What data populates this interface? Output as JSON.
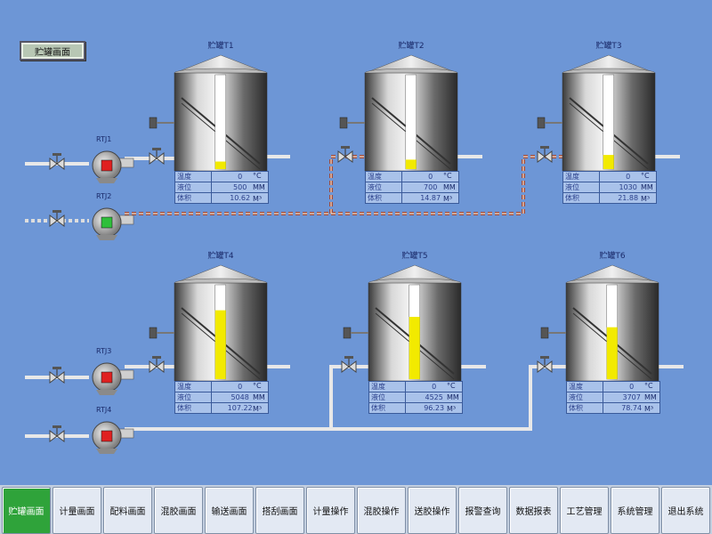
{
  "header": {
    "button_label": "贮罐画面"
  },
  "tanks": [
    {
      "name": "贮罐T1",
      "temp": "0",
      "level": "500",
      "volume": "10.62",
      "fill": 0.08
    },
    {
      "name": "贮罐T2",
      "temp": "0",
      "level": "700",
      "volume": "14.87",
      "fill": 0.1
    },
    {
      "name": "贮罐T3",
      "temp": "0",
      "level": "1030",
      "volume": "21.88",
      "fill": 0.15
    },
    {
      "name": "贮罐T4",
      "temp": "0",
      "level": "5048",
      "volume": "107.22",
      "fill": 0.73
    },
    {
      "name": "贮罐T5",
      "temp": "0",
      "level": "4525",
      "volume": "96.23",
      "fill": 0.66
    },
    {
      "name": "贮罐T6",
      "temp": "0",
      "level": "3707",
      "volume": "78.74",
      "fill": 0.55
    }
  ],
  "row_labels": {
    "temp": "温度",
    "level": "液位",
    "volume": "体积"
  },
  "units": {
    "temp": "°C",
    "level": "MM",
    "volume": "M³"
  },
  "pumps": [
    {
      "name": "RTJ1",
      "status_color": "#e02020"
    },
    {
      "name": "RTJ2",
      "status_color": "#2fbf3a"
    },
    {
      "name": "RTJ3",
      "status_color": "#e02020"
    },
    {
      "name": "RTJ4",
      "status_color": "#e02020"
    }
  ],
  "colors": {
    "background": "#6d96d6",
    "liquid": "#f2ea00",
    "active_nav": "#2fa33a",
    "flow_pipe": "#a04c3c"
  },
  "nav": {
    "items": [
      {
        "label": "贮罐画面",
        "active": true
      },
      {
        "label": "计量画面",
        "active": false
      },
      {
        "label": "配料画面",
        "active": false
      },
      {
        "label": "混胶画面",
        "active": false
      },
      {
        "label": "输送画面",
        "active": false
      },
      {
        "label": "搭刮画面",
        "active": false
      },
      {
        "label": "计量操作",
        "active": false
      },
      {
        "label": "混胶操作",
        "active": false
      },
      {
        "label": "送胶操作",
        "active": false
      },
      {
        "label": "报警查询",
        "active": false
      },
      {
        "label": "数据报表",
        "active": false
      },
      {
        "label": "工艺管理",
        "active": false
      },
      {
        "label": "系统管理",
        "active": false
      },
      {
        "label": "退出系统",
        "active": false
      }
    ]
  }
}
